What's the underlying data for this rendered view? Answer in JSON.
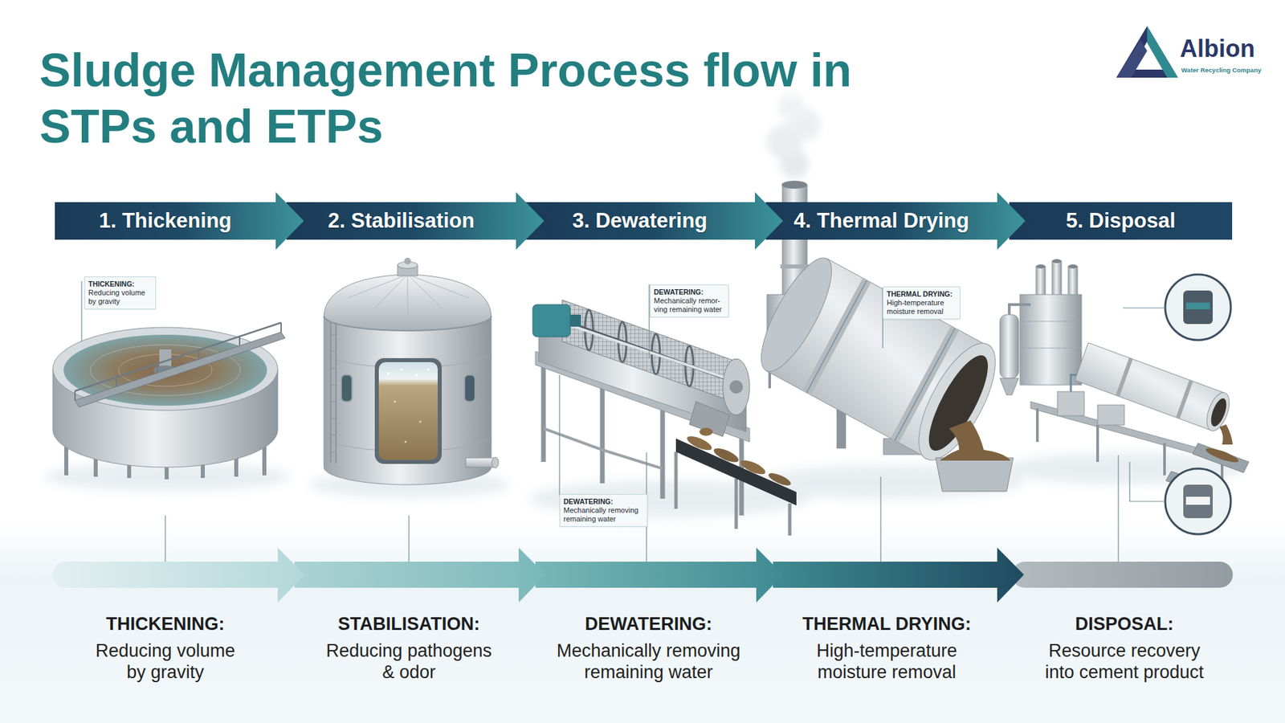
{
  "diagram": {
    "title": "Sludge Management Process flow in STPs and ETPs",
    "nodes": [
      {
        "text": [
          "1. Thickening"
        ]
      },
      {
        "text": [
          "2. Stabilisation"
        ]
      },
      {
        "text": [
          "3. Dewatering"
        ]
      },
      {
        "text": [
          "4. Thermal Drying"
        ]
      },
      {
        "text": [
          "5. Disposal"
        ]
      },
      {
        "text": [
          "THICKENING:",
          "Reducing volume by gravity"
        ]
      },
      {
        "text": [
          "DEWATERING:",
          "Mechanically remor-ving remaining water"
        ]
      },
      {
        "text": [
          "DEWATERING:",
          "Mechanically removing remaining water"
        ]
      },
      {
        "text": [
          "THERMAL DRYING:",
          "High-temperature moisture removal"
        ]
      }
    ],
    "labels": [
      "Albion",
      "Water Recycling Company",
      "THICKENING:",
      "Reducing volume by gravity",
      "STABILISATION:",
      "Reducing pathogens & odor",
      "DEWATERING:",
      "Mechanically removing remaining water",
      "THERMAL DRYING:",
      "High-temperature moisture removal",
      "DISPOSAL:",
      "Resource recovery into cement product"
    ]
  }
}
